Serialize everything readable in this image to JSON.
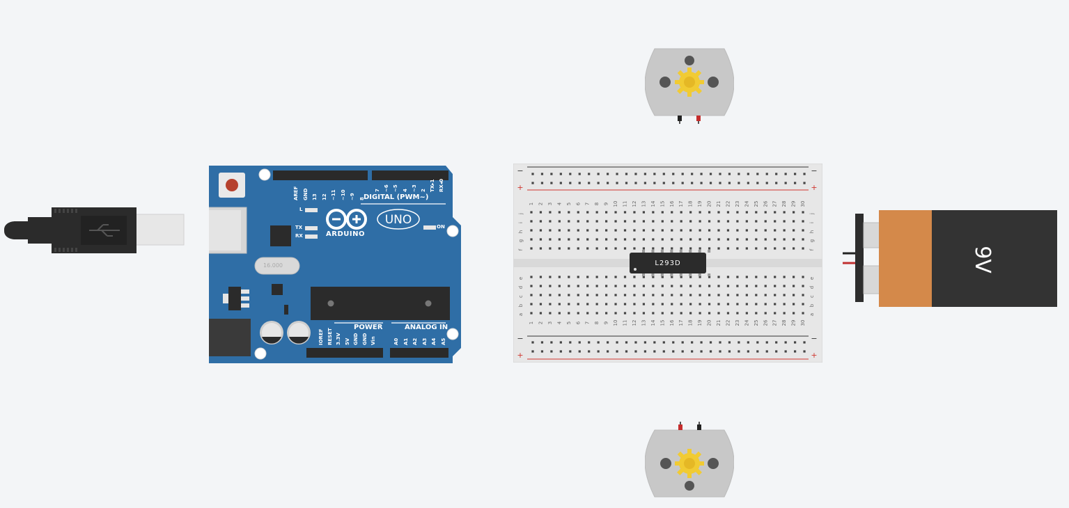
{
  "arduino": {
    "brand": "ARDUINO",
    "model": "UNO",
    "digital_header": "DIGITAL (PWM~)",
    "power_header": "POWER",
    "analog_header": "ANALOG IN",
    "digital_pins": [
      "AREF",
      "GND",
      "13",
      "12",
      "~11",
      "~10",
      "~9",
      "8",
      "7",
      "~6",
      "~5",
      "4",
      "~3",
      "2",
      "TX▸1",
      "RX◂0"
    ],
    "power_pins": [
      "IOREF",
      "RESET",
      "3.3V",
      "5V",
      "GND",
      "GND",
      "Vin"
    ],
    "analog_pins": [
      "A0",
      "A1",
      "A2",
      "A3",
      "A4",
      "A5"
    ],
    "led_l": "L",
    "led_tx": "TX",
    "led_rx": "RX",
    "led_on": "ON",
    "crystal": "16.000",
    "board_color": "#2f6ea6"
  },
  "breadboard": {
    "row_letters_top": [
      "j",
      "i",
      "h",
      "g",
      "f"
    ],
    "row_letters_bottom": [
      "e",
      "d",
      "c",
      "b",
      "a"
    ],
    "column_count": 30,
    "rail_minus": "−",
    "rail_plus": "+",
    "rail_red": "#d0362f",
    "rail_black": "#333333"
  },
  "chip": {
    "label": "L293D"
  },
  "battery": {
    "label": "9V",
    "body_color": "#d4894a",
    "cap_color": "#333333"
  },
  "motors": {
    "gear_color": "#f1cb33",
    "body_color": "#c8c8c8"
  }
}
